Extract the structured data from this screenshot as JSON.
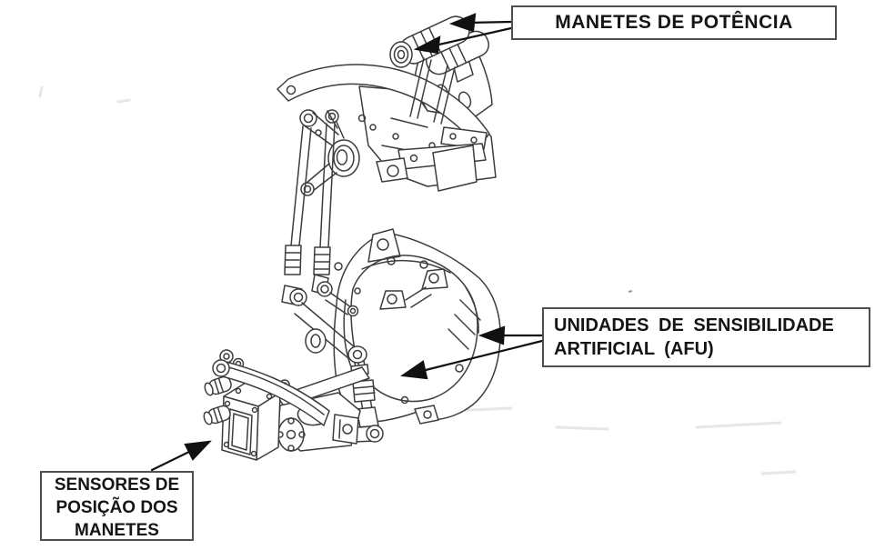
{
  "diagram": {
    "background_color": "#ffffff",
    "line_color": "#3d3d3d",
    "arrow_color": "#111111",
    "box_border_color": "#4f4f4f",
    "text_color": "#151515",
    "labels": {
      "power_levers": {
        "text": "MANETES DE POTÊNCIA"
      },
      "afu": {
        "line1": "UNIDADES DE SENSIBILIDADE",
        "line2": "ARTIFICIAL (AFU)"
      },
      "sensors": {
        "line1": "SENSORES DE",
        "line2": "POSIÇÃO DOS",
        "line3": "MANETES"
      }
    }
  }
}
